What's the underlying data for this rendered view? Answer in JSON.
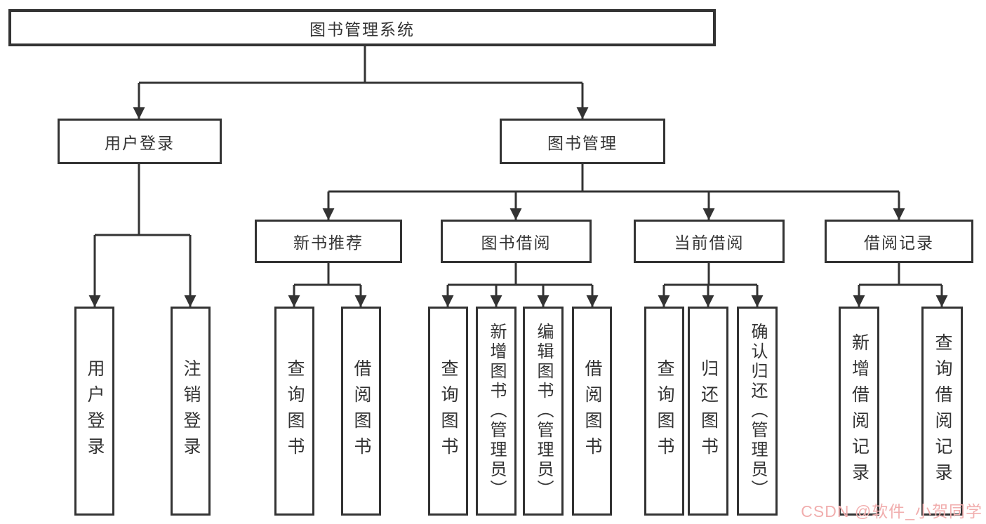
{
  "tree": {
    "root": {
      "label": "图书管理系统",
      "children": [
        {
          "label": "用户登录",
          "children": [
            {
              "label": "用户登录"
            },
            {
              "label": "注销登录"
            }
          ]
        },
        {
          "label": "图书管理",
          "children": [
            {
              "label": "新书推荐",
              "children": [
                {
                  "label": "查询图书"
                },
                {
                  "label": "借阅图书"
                }
              ]
            },
            {
              "label": "图书借阅",
              "children": [
                {
                  "label": "查询图书"
                },
                {
                  "label": "新增图书（管理员）"
                },
                {
                  "label": "编辑图书（管理员）"
                },
                {
                  "label": "借阅图书"
                }
              ]
            },
            {
              "label": "当前借阅",
              "children": [
                {
                  "label": "查询图书"
                },
                {
                  "label": "归还图书"
                },
                {
                  "label": "确认归还（管理员）"
                }
              ]
            },
            {
              "label": "借阅记录",
              "children": [
                {
                  "label": "新增借阅记录"
                },
                {
                  "label": "查询借阅记录"
                }
              ]
            }
          ]
        }
      ]
    }
  },
  "watermark": {
    "text": "CSDN @软件_小贺同学",
    "color": "#f1aeae"
  },
  "colors": {
    "line": "#333333",
    "text": "#333333",
    "box_background": "#ffffff"
  }
}
